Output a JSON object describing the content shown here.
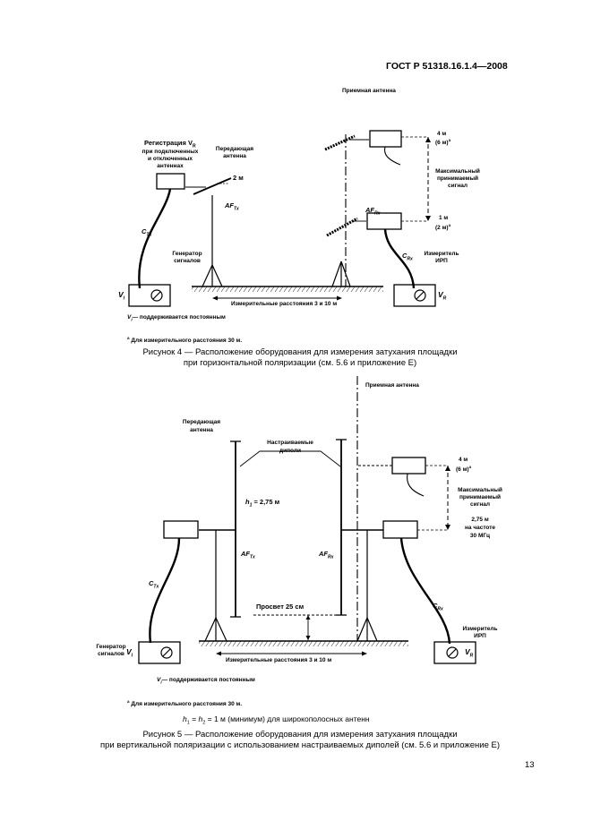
{
  "header": {
    "standard": "ГОСТ Р 51318.16.1.4—2008"
  },
  "figure4": {
    "receive_antenna": "Приемная антенна",
    "registration_l1": "Регистрация V",
    "registration_sub": "R",
    "registration_l2": "при подключенных",
    "registration_l3": "и отключенных",
    "registration_l4": "антеннах",
    "transmit_l1": "Передающая",
    "transmit_l2": "антенна",
    "h_tx": "2 м",
    "af_tx": "AF",
    "af_tx_sub": "Tx",
    "af_rx": "AF",
    "af_rx_sub": "Rx",
    "c_tx": "C",
    "c_tx_sub": "Tx",
    "c_rx": "C",
    "c_rx_sub": "Rx",
    "h_max_l1": "4 м",
    "h_max_l2": "(6 м)",
    "max_signal_l1": "Максимальный",
    "max_signal_l2": "принимаемый",
    "max_signal_l3": "сигнал",
    "h_min_l1": "1 м",
    "h_min_l2": "(2 м)",
    "generator_l1": "Генератор",
    "generator_l2": "сигналов",
    "receiver_l1": "Измеритель",
    "receiver_l2": "ИРП",
    "v_i": "V",
    "v_i_sub": "I",
    "v_r": "V",
    "v_r_sub": "R",
    "distance": "Измерительные расстояния 3 и 10 м",
    "vi_const": "— поддерживается постоянным",
    "footnote": "Для измерительного расстояния 30 м.",
    "caption_l1": "Рисунок 4 — Расположение оборудования для измерения затухания площадки",
    "caption_l2": "при горизонтальной поляризации (см. 5.6 и приложение Е)"
  },
  "figure5": {
    "receive_antenna": "Приемная антенна",
    "transmit_l1": "Передающая",
    "transmit_l2": "антенна",
    "tunable_l1": "Настраиваемые",
    "tunable_l2": "диполи",
    "h1": "= 2,75 м",
    "h1_label": "h",
    "h1_sub": "1",
    "af_tx": "AF",
    "af_tx_sub": "Tx",
    "af_rx": "AF",
    "af_rx_sub": "Rx",
    "c_tx": "C",
    "c_tx_sub": "Tx",
    "c_rx": "C",
    "c_rx_sub": "Rx",
    "h_max_l1": "4 м",
    "h_max_l2": "(6 м)",
    "max_signal_l1": "Максимальный",
    "max_signal_l2": "принимаемый",
    "max_signal_l3": "сигнал",
    "h_min_l1": "2,75 м",
    "h_min_l2": "на частоте",
    "h_min_l3": "30 МГц",
    "clearance": "Просвет 25 см",
    "generator_l1": "Генератор",
    "generator_l2": "сигналов",
    "receiver_l1": "Измеритель",
    "receiver_l2": "ИРП",
    "v_i": "V",
    "v_i_sub": "I",
    "v_r": "V",
    "v_r_sub": "R",
    "distance": "Измерительные расстояния 3 и 10 м",
    "vi_const": "— поддерживается постоянным",
    "footnote": "Для измерительного расстояния 30 м.",
    "note_h_a": "h",
    "note_h_a_sub": "1",
    "note_eq": " = ",
    "note_h_b": "h",
    "note_h_b_sub": "2",
    "note_rest": " = 1 м (минимум) для широкополосных антенн",
    "caption_l1": "Рисунок 5 — Расположение оборудования для измерения затухания площадки",
    "caption_l2": "при вертикальной поляризации с использованием настраиваемых диполей (см. 5.6 и приложение Е)"
  },
  "footer": {
    "page_number": "13"
  },
  "footnote_mark": "a"
}
